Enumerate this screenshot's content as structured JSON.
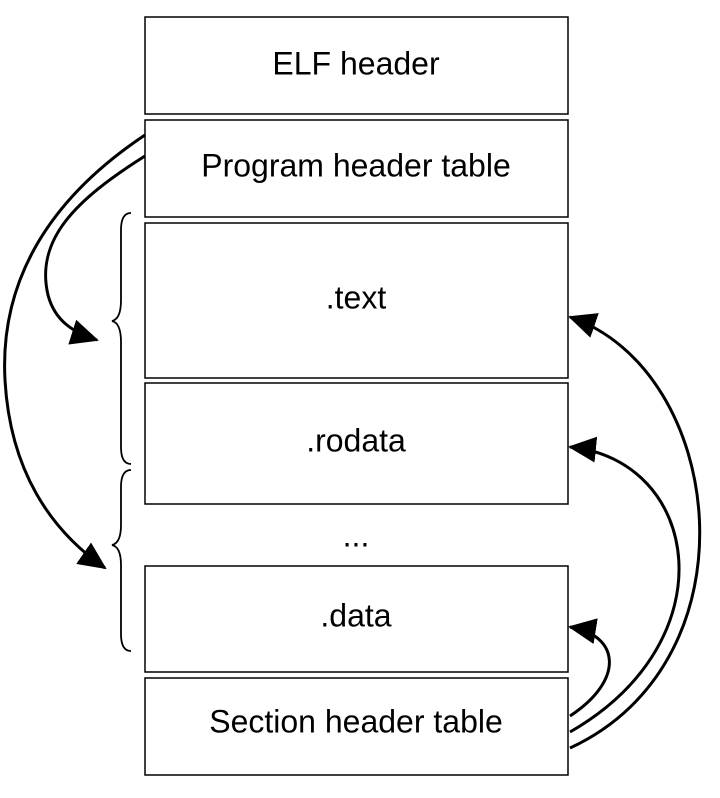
{
  "blocks": {
    "elf_header": "ELF header",
    "program_header_table": "Program header table",
    "text": ".text",
    "rodata": ".rodata",
    "gap": "...",
    "data": ".data",
    "section_header_table": "Section header table"
  }
}
